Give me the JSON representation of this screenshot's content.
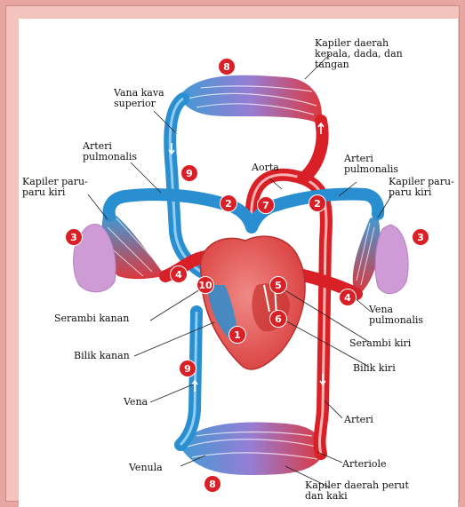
{
  "labels": {
    "kapiler_kepala": "Kapiler daerah\nkepala, dada, dan\ntangan",
    "vena_kava_superior": "Vana kava\nsuperior",
    "arteri_pulmonalis_left": "Arteri\npulmonalis",
    "aorta": "Aorta",
    "arteri_pulmonalis_right": "Arteri\npulmonalis",
    "kapiler_paru_kiri_left": "Kapiler paru-\nparu kiri",
    "kapiler_paru_kiri_right": "Kapiler paru-\nparu kiri",
    "vena_pulmonalis": "Vena\npulmonalis",
    "serambi_kanan": "Serambi kanan",
    "serambi_kiri": "Serambi kiri",
    "bilik_kanan": "Bilik kanan",
    "bilik_kiri": "Bilik kiri",
    "vena": "Vena",
    "arteri": "Arteri",
    "venula": "Venula",
    "arteriole": "Arteriole",
    "kapiler_perut": "Kapiler daerah perut\ndan kaki"
  },
  "numbers": {
    "n8_top": "8",
    "n9_top": "9",
    "n2_left": "2",
    "n7": "7",
    "n2_right": "2",
    "n3_left": "3",
    "n3_right": "3",
    "n4_left": "4",
    "n4_right": "4",
    "n10": "10",
    "n5": "5",
    "n1": "1",
    "n6": "6",
    "n9_bottom": "9",
    "n8_bottom": "8"
  },
  "colors": {
    "blood_red": "#d92027",
    "blood_blue": "#2a8fd0",
    "capillary_purple": "#b07ac9",
    "lung": "#cf9bd6"
  }
}
